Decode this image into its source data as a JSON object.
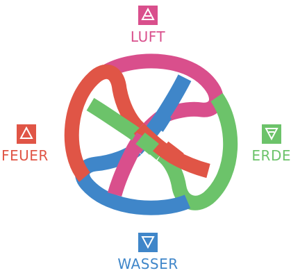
{
  "elements": [
    {
      "id": "luft",
      "label": "LUFT",
      "color": "#d94f8c",
      "symbol": "air-triangle-icon"
    },
    {
      "id": "erde",
      "label": "ERDE",
      "color": "#6cc36a",
      "symbol": "earth-triangle-icon"
    },
    {
      "id": "wasser",
      "label": "WASSER",
      "color": "#3f86c9",
      "symbol": "water-triangle-icon"
    },
    {
      "id": "feuer",
      "label": "FEUER",
      "color": "#e05546",
      "symbol": "fire-triangle-icon"
    }
  ]
}
